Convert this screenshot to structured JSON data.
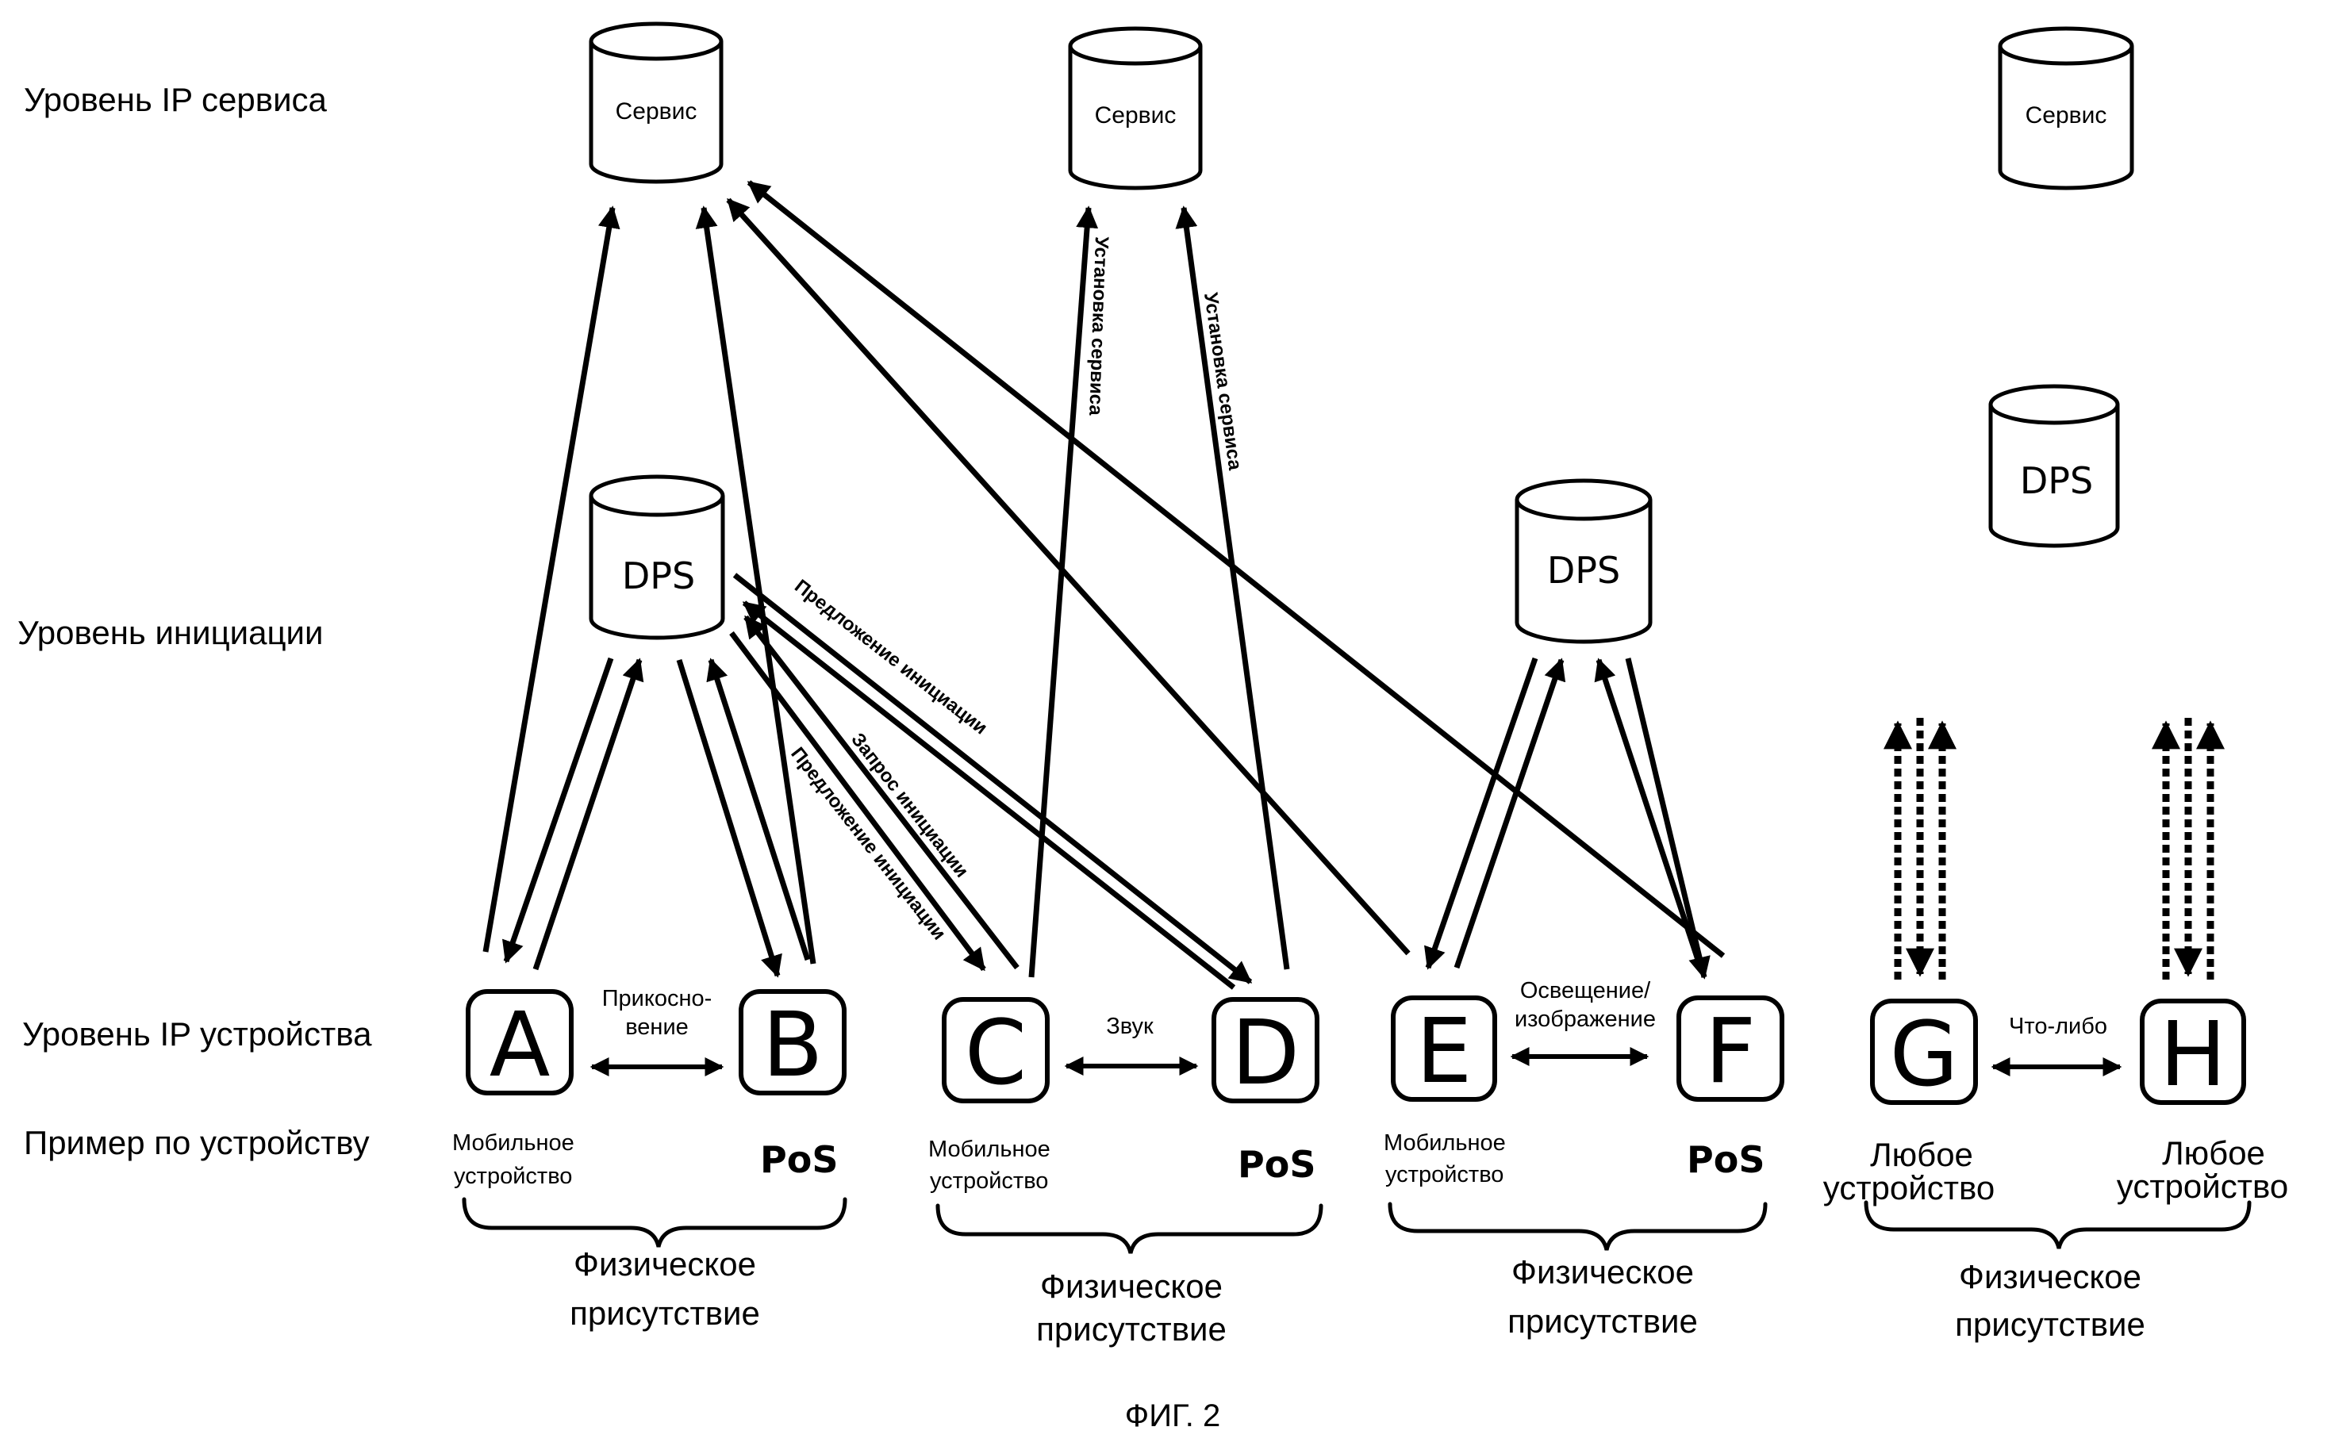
{
  "levels": {
    "service": "Уровень IP сервиса",
    "initiation": "Уровень инициации",
    "device": "Уровень IP устройства",
    "example": "Пример по устройству"
  },
  "services": [
    "Сервис",
    "Сервис",
    "Сервис"
  ],
  "dps": [
    "DPS",
    "DPS",
    "DPS"
  ],
  "devices": [
    "A",
    "B",
    "C",
    "D",
    "E",
    "F",
    "G",
    "H"
  ],
  "channels": {
    "touch_line1": "Прикосно-",
    "touch_line2": "вение",
    "sound": "Звук",
    "light_line1": "Освещение/",
    "light_line2": "изображение",
    "anything": "Что-либо"
  },
  "device_types": {
    "mobile_line1": "Мобильное",
    "mobile_line2": "устройство",
    "pos": "PoS",
    "any_line1": "Любое",
    "any_line2": "устройство"
  },
  "group_label_line1": "Физическое",
  "group_label_line2": "присутствие",
  "arrow_labels": {
    "service_setup": "Установка сервиса",
    "init_offer": "Предложение инициации",
    "init_request": "Запрос инициации"
  },
  "figure_caption": "ФИГ. 2"
}
